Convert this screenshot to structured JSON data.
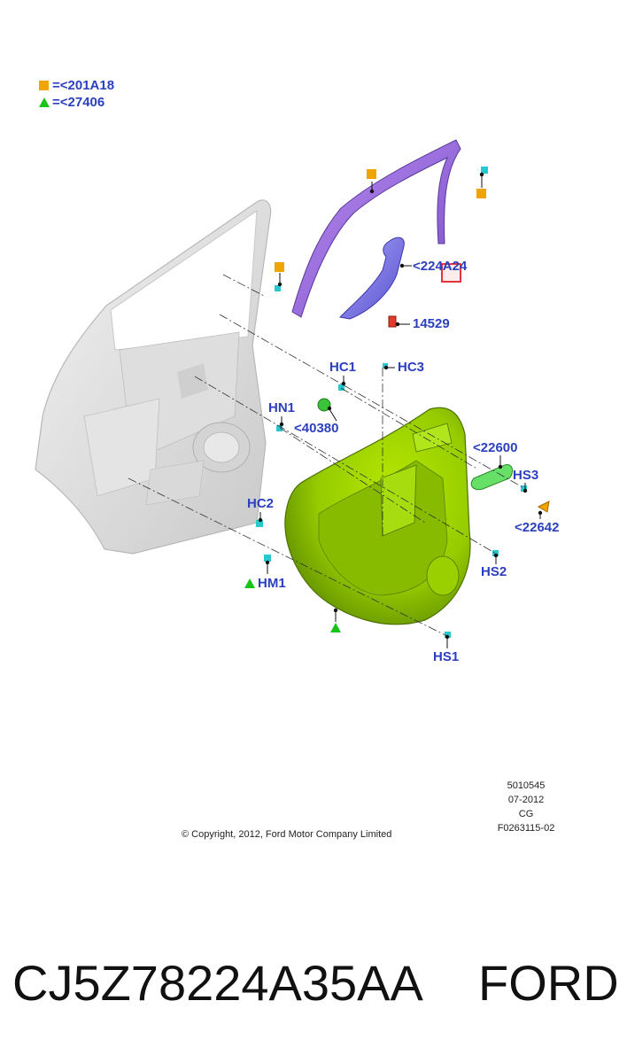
{
  "legend": [
    {
      "symbol": "square",
      "color": "#f0a400",
      "label": "=<201A18"
    },
    {
      "symbol": "triangle",
      "color": "#18c418",
      "label": "=<27406"
    }
  ],
  "callouts": {
    "c224a24": "<224A24",
    "c14529": "14529",
    "hc1": "HC1",
    "hc3": "HC3",
    "hn1": "HN1",
    "c40380": "<40380",
    "c22600": "<22600",
    "hs3": "HS3",
    "c22642": "<22642",
    "hc2": "HC2",
    "hs2": "HS2",
    "hm1": "HM1",
    "hs1": "HS1"
  },
  "meta": {
    "line1": "5010545",
    "line2": "07-2012",
    "line3": "CG",
    "line4": "F0263115-02"
  },
  "copyright": "© Copyright, 2012, Ford Motor Company Limited",
  "footer": {
    "part_number": "CJ5Z78224A35AA",
    "brand": "FORD"
  },
  "colors": {
    "callout_text": "#2b3fbf",
    "square_marker": "#f0a400",
    "triangle_marker": "#18c418",
    "door_panel": "#9ed400",
    "weatherstrip": "#9b6fe0",
    "handle_bezel": "#7a74e6",
    "highlight_box": "#e0202a"
  }
}
